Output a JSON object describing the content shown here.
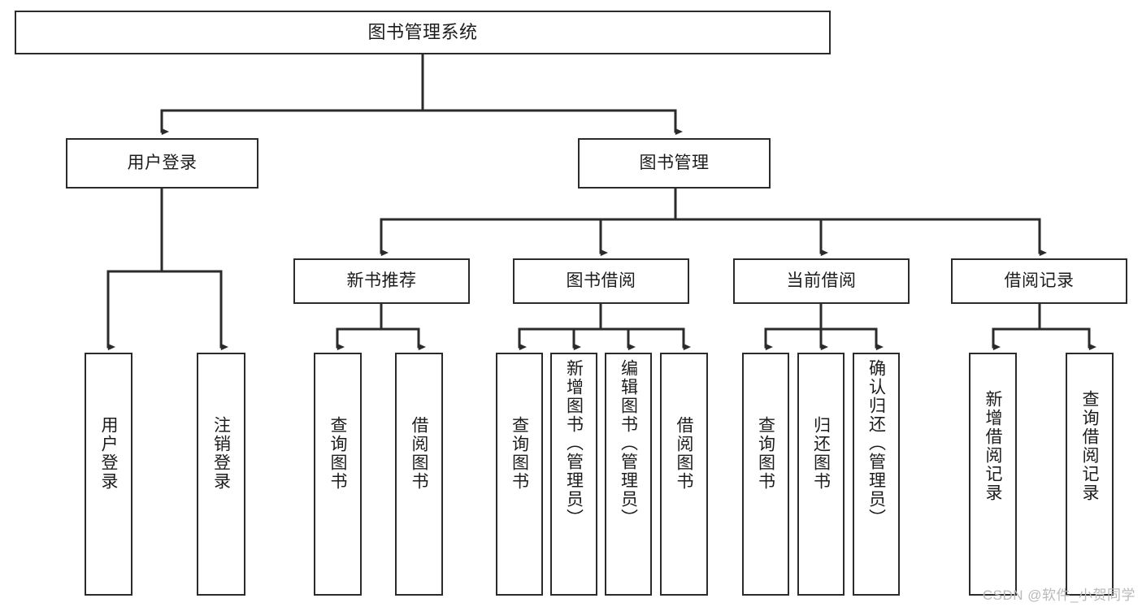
{
  "diagram": {
    "title": "图书管理系统",
    "watermark": "CSDN @软件_小贺同学",
    "type": "tree-hierarchy-chart",
    "colors": {
      "box_border": "#2b2b2b",
      "box_fill": "#ffffff",
      "connector": "#2b2b2b",
      "text": "#1c1c1c",
      "watermark": "#b9b9b9",
      "background": "#ffffff"
    },
    "levels": {
      "level1": [
        {
          "id": "root",
          "label": "图书管理系统"
        }
      ],
      "level2": [
        {
          "id": "user-login",
          "label": "用户登录"
        },
        {
          "id": "book-manage",
          "label": "图书管理"
        }
      ],
      "level3": [
        {
          "id": "new-book-recommend",
          "label": "新书推荐"
        },
        {
          "id": "book-borrow",
          "label": "图书借阅"
        },
        {
          "id": "current-borrow",
          "label": "当前借阅"
        },
        {
          "id": "borrow-record",
          "label": "借阅记录"
        }
      ],
      "level4": [
        {
          "id": "leaf-user-login",
          "label": "用户登录",
          "parent": "user-login"
        },
        {
          "id": "leaf-logout-login",
          "label": "注销登录",
          "parent": "user-login"
        },
        {
          "id": "leaf-query-book-1",
          "label": "查询图书",
          "parent": "new-book-recommend"
        },
        {
          "id": "leaf-borrow-book-1",
          "label": "借阅图书",
          "parent": "new-book-recommend"
        },
        {
          "id": "leaf-query-book-2",
          "label": "查询图书",
          "parent": "book-borrow"
        },
        {
          "id": "leaf-add-book",
          "label": "新增图书（管理员）",
          "parent": "book-borrow"
        },
        {
          "id": "leaf-edit-book",
          "label": "编辑图书（管理员）",
          "parent": "book-borrow"
        },
        {
          "id": "leaf-borrow-book-2",
          "label": "借阅图书",
          "parent": "book-borrow"
        },
        {
          "id": "leaf-query-book-3",
          "label": "查询图书",
          "parent": "current-borrow"
        },
        {
          "id": "leaf-return-book",
          "label": "归还图书",
          "parent": "current-borrow"
        },
        {
          "id": "leaf-confirm-return",
          "label": "确认归还（管理员）",
          "parent": "current-borrow"
        },
        {
          "id": "leaf-add-record",
          "label": "新增借阅记录",
          "parent": "borrow-record"
        },
        {
          "id": "leaf-query-record",
          "label": "查询借阅记录",
          "parent": "borrow-record"
        }
      ]
    }
  }
}
